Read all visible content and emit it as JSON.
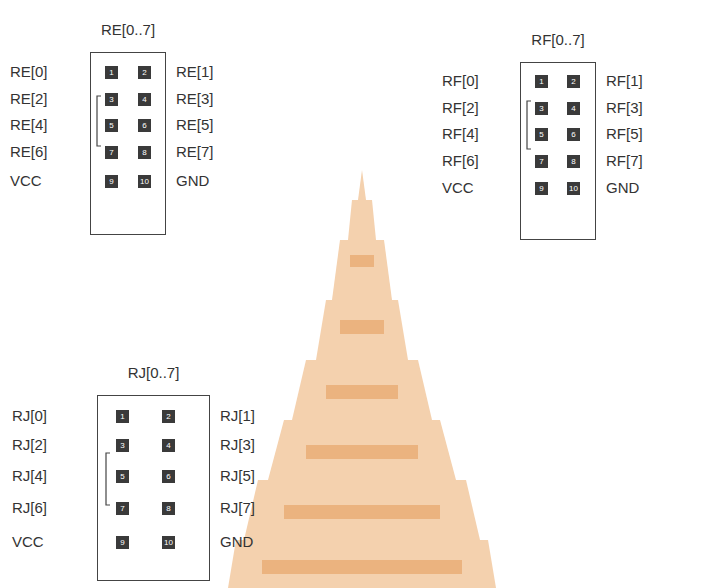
{
  "diagram": {
    "nodes": [
      {
        "text": [
          "RE[0..7]"
        ]
      },
      {
        "text": [
          "1"
        ],
        "in": 0
      },
      {
        "text": [
          "2"
        ],
        "in": 0
      },
      {
        "text": [
          "3"
        ],
        "in": 0
      },
      {
        "text": [
          "4"
        ],
        "in": 0
      },
      {
        "text": [
          "5"
        ],
        "in": 0
      },
      {
        "text": [
          "6"
        ],
        "in": 0
      },
      {
        "text": [
          "7"
        ],
        "in": 0
      },
      {
        "text": [
          "8"
        ],
        "in": 0
      },
      {
        "text": [
          "9"
        ],
        "in": 0
      },
      {
        "text": [
          "10"
        ],
        "in": 0
      },
      {
        "text": [
          "RF[0..7]"
        ]
      },
      {
        "text": [
          "1"
        ],
        "in": 11
      },
      {
        "text": [
          "2"
        ],
        "in": 11
      },
      {
        "text": [
          "3"
        ],
        "in": 11
      },
      {
        "text": [
          "4"
        ],
        "in": 11
      },
      {
        "text": [
          "5"
        ],
        "in": 11
      },
      {
        "text": [
          "6"
        ],
        "in": 11
      },
      {
        "text": [
          "7"
        ],
        "in": 11
      },
      {
        "text": [
          "8"
        ],
        "in": 11
      },
      {
        "text": [
          "9"
        ],
        "in": 11
      },
      {
        "text": [
          "10"
        ],
        "in": 11
      },
      {
        "text": [
          "RJ[0..7]"
        ]
      },
      {
        "text": [
          "1"
        ],
        "in": 22
      },
      {
        "text": [
          "2"
        ],
        "in": 22
      },
      {
        "text": [
          "3"
        ],
        "in": 22
      },
      {
        "text": [
          "4"
        ],
        "in": 22
      },
      {
        "text": [
          "5"
        ],
        "in": 22
      },
      {
        "text": [
          "6"
        ],
        "in": 22
      },
      {
        "text": [
          "7"
        ],
        "in": 22
      },
      {
        "text": [
          "8"
        ],
        "in": 22
      },
      {
        "text": [
          "9"
        ],
        "in": 22
      },
      {
        "text": [
          "10"
        ],
        "in": 22
      }
    ],
    "labels": [
      "RE[0]",
      "RE[1]",
      "RE[2]",
      "RE[3]",
      "RE[4]",
      "RE[5]",
      "RE[6]",
      "RE[7]",
      "VCC",
      "GND",
      "RF[0]",
      "RF[1]",
      "RF[2]",
      "RF[3]",
      "RF[4]",
      "RF[5]",
      "RF[6]",
      "RF[7]",
      "VCC",
      "GND",
      "RJ[0]",
      "RJ[1]",
      "RJ[2]",
      "RJ[3]",
      "RJ[4]",
      "RJ[5]",
      "RJ[6]",
      "RJ[7]",
      "VCC",
      "GND"
    ]
  }
}
